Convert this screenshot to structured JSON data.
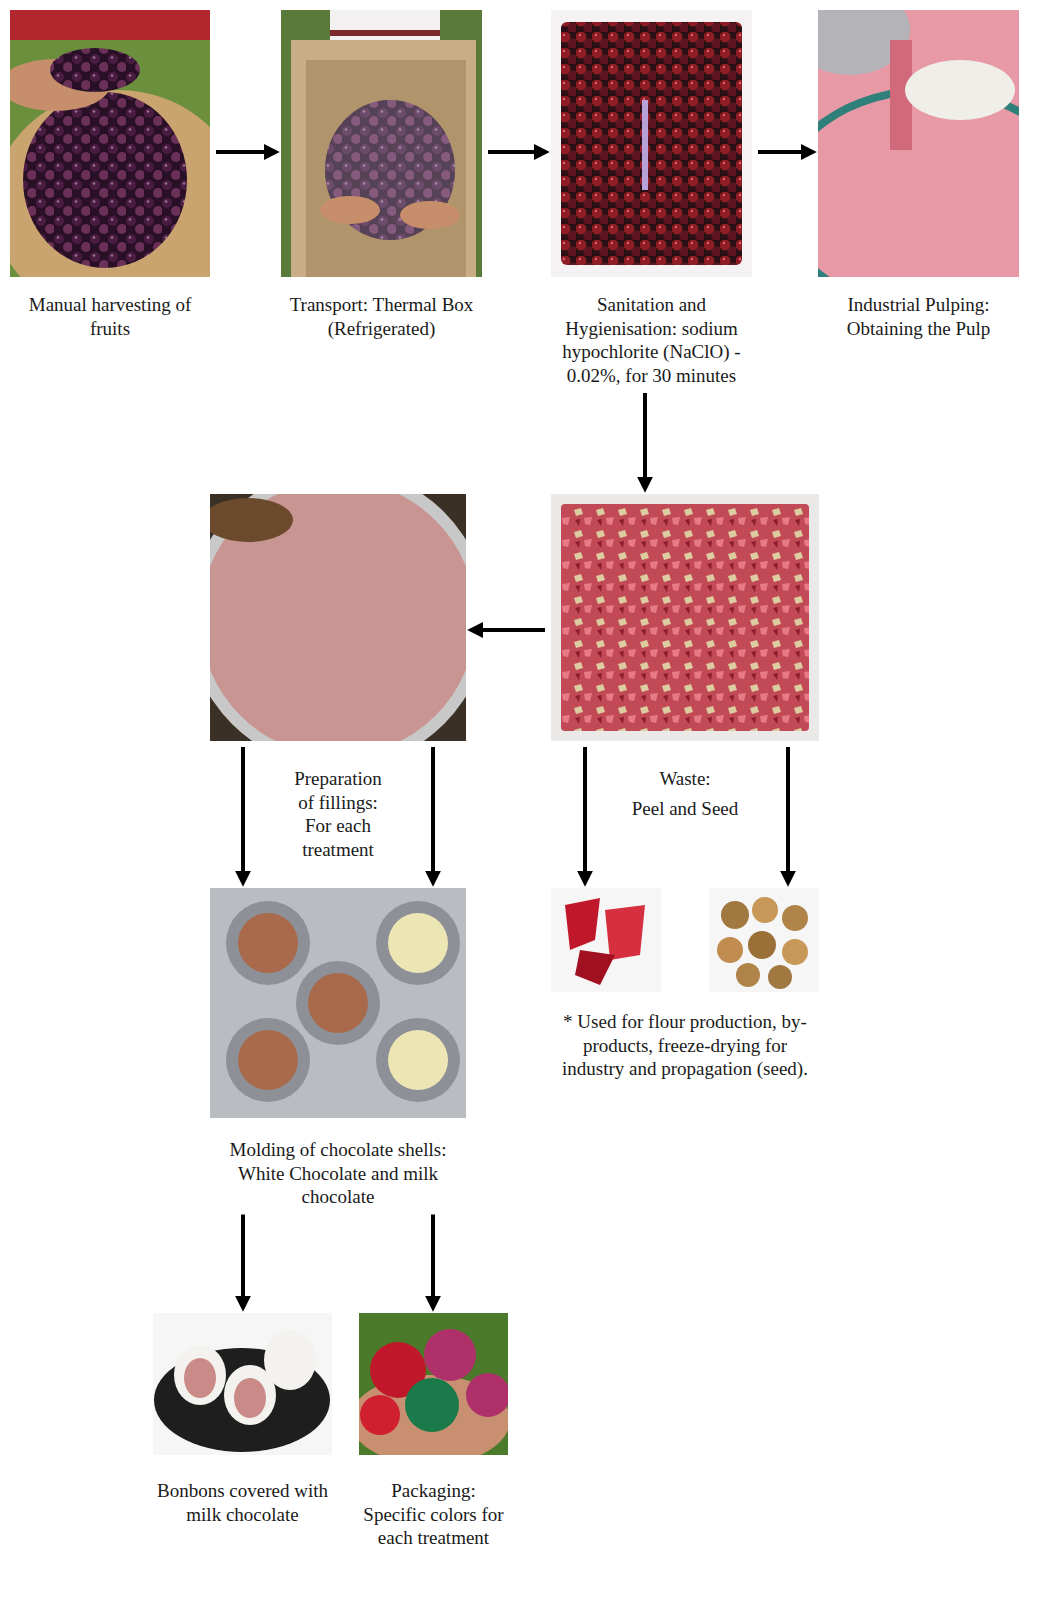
{
  "diagram": {
    "nodes": [
      {
        "text": [
          "Manual harvesting of fruits"
        ]
      },
      {
        "text": [
          "Transport: Thermal Box (Refrigerated)"
        ]
      },
      {
        "text": [
          "Sanitation and Hygienisation: sodium hypochlorite (NaClO) - 0.02%, for 30 minutes"
        ]
      },
      {
        "text": [
          "Industrial Pulping: Obtaining the Pulp"
        ]
      },
      {
        "text": [
          "Preparation of fillings: For each treatment"
        ]
      },
      {
        "text": [
          "Waste:",
          "Peel and Seed"
        ]
      },
      {
        "text": [
          "* Used for flour production, by-products, freeze-drying for industry and propagation (seed)."
        ]
      },
      {
        "text": [
          "Molding of chocolate shells: White Chocolate and milk chocolate"
        ]
      },
      {
        "text": [
          "Bonbons covered with milk chocolate"
        ]
      },
      {
        "text": [
          "Packaging: Specific colors for each treatment"
        ]
      }
    ],
    "edges": [
      {
        "from": 0,
        "to": 1,
        "arrow": "to"
      },
      {
        "from": 1,
        "to": 2,
        "arrow": "to"
      },
      {
        "from": 2,
        "to": 3,
        "arrow": "to"
      },
      {
        "from": 2,
        "to": 5,
        "arrow": "to"
      },
      {
        "from": 5,
        "to": 4,
        "arrow": "to"
      },
      {
        "from": 4,
        "to": 7,
        "arrow": "to"
      },
      {
        "from": 4,
        "to": 7,
        "arrow": "to"
      },
      {
        "from": 5,
        "to": 6,
        "arrow": "to"
      },
      {
        "from": 5,
        "to": 6,
        "arrow": "to"
      },
      {
        "from": 7,
        "to": 8,
        "arrow": "to"
      },
      {
        "from": 7,
        "to": 9,
        "arrow": "to"
      }
    ]
  }
}
